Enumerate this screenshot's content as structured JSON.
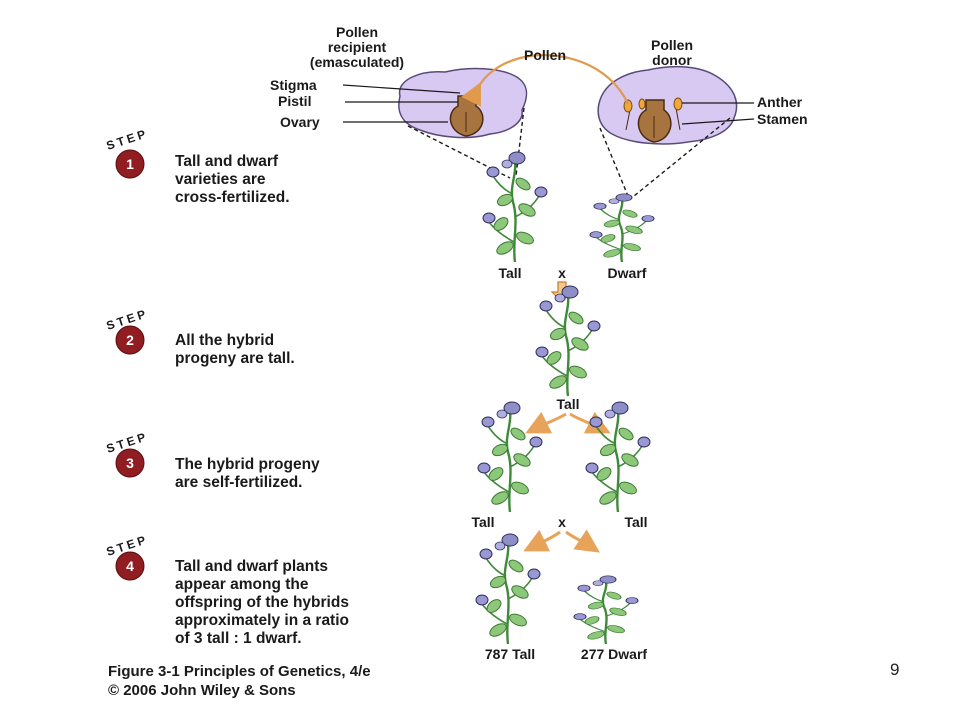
{
  "flowers": {
    "recipient_title": [
      "Pollen",
      "recipient",
      "(emasculated)"
    ],
    "pollen_arrow_label": "Pollen",
    "donor_title": [
      "Pollen",
      "donor"
    ],
    "stigma": "Stigma",
    "pistil": "Pistil",
    "ovary": "Ovary",
    "anther": "Anther",
    "stamen": "Stamen"
  },
  "step_word": "STEP",
  "steps": [
    {
      "number": "1",
      "lines": [
        "Tall and dwarf",
        "varieties are",
        "cross-fertilized."
      ]
    },
    {
      "number": "2",
      "lines": [
        "All the hybrid",
        "progeny are tall."
      ]
    },
    {
      "number": "3",
      "lines": [
        "The hybrid progeny",
        "are self-fertilized."
      ]
    },
    {
      "number": "4",
      "lines": [
        "Tall and dwarf plants",
        "appear among the",
        "offspring of  the hybrids",
        "approximately in a ratio",
        "of 3 tall : 1 dwarf."
      ]
    }
  ],
  "plant_labels": {
    "p1_tall": "Tall",
    "p1_cross": "x",
    "p1_dwarf": "Dwarf",
    "f1_tall": "Tall",
    "f1_left": "Tall",
    "f1_cross": "x",
    "f1_right": "Tall",
    "f2_tall": "787 Tall",
    "f2_dwarf": "277 Dwarf"
  },
  "caption": {
    "line1": "Figure 3-1  Principles of Genetics, 4/e",
    "line2": "© 2006 John Wiley & Sons"
  },
  "page_number": "9",
  "colors": {
    "step_badge": "#8f1d22",
    "petal_bg": "#d6c8f0",
    "ovary": "#9b6a3c",
    "leaf": "#7fbf6a",
    "flower": "#8f8fc8",
    "arrow": "#f2b46b"
  }
}
